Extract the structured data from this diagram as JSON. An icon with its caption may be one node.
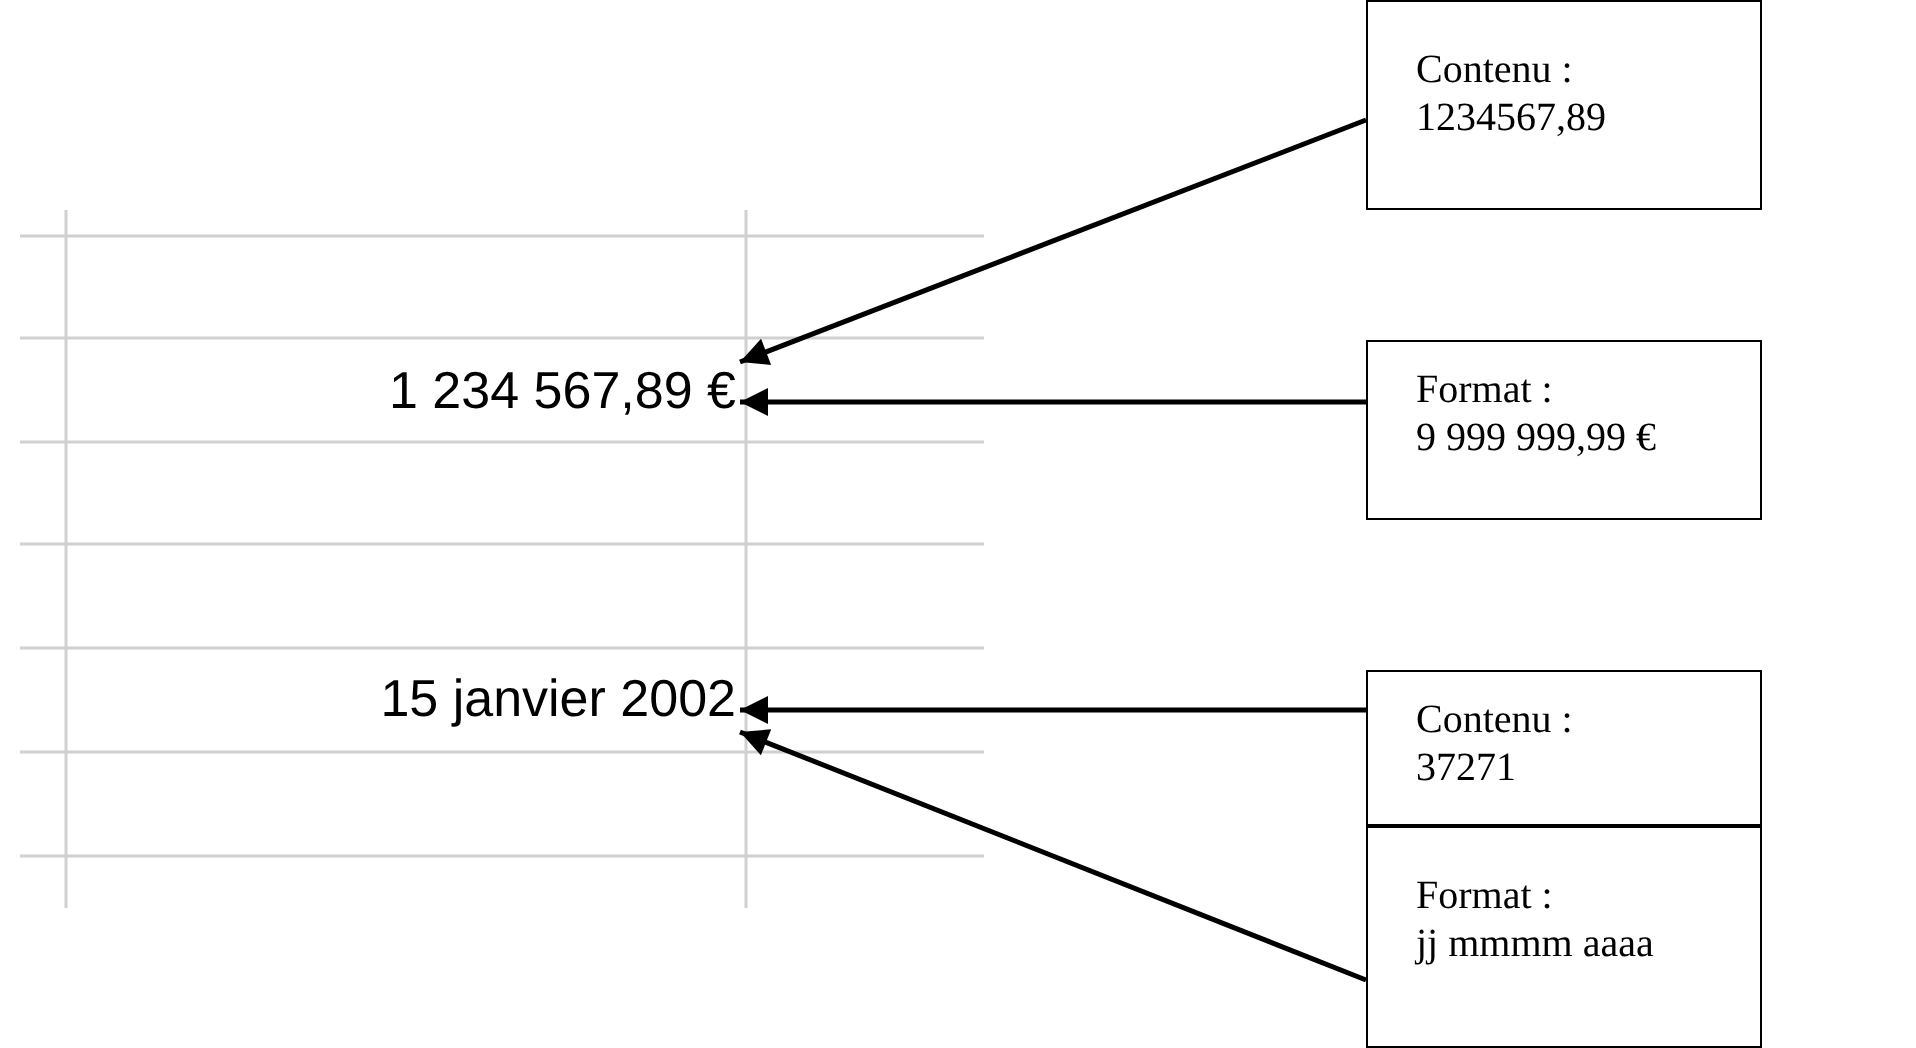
{
  "diagram": {
    "nodes": [
      {
        "text": [
          "1 234 567,89 €"
        ]
      },
      {
        "text": [
          "15 janvier 2002"
        ]
      },
      {
        "text": [
          "Contenu :",
          "1234567,89"
        ]
      },
      {
        "text": [
          "Format :",
          "9 999 999,99 €"
        ]
      },
      {
        "text": [
          "Contenu :",
          "37271"
        ]
      },
      {
        "text": [
          "Format :",
          "jj mmmm aaaa"
        ]
      }
    ],
    "edges": [
      {
        "from": 2,
        "to": 0,
        "arrow": "to"
      },
      {
        "from": 3,
        "to": 0,
        "arrow": "to"
      },
      {
        "from": 4,
        "to": 1,
        "arrow": "to"
      },
      {
        "from": 5,
        "to": 1,
        "arrow": "to"
      }
    ]
  }
}
